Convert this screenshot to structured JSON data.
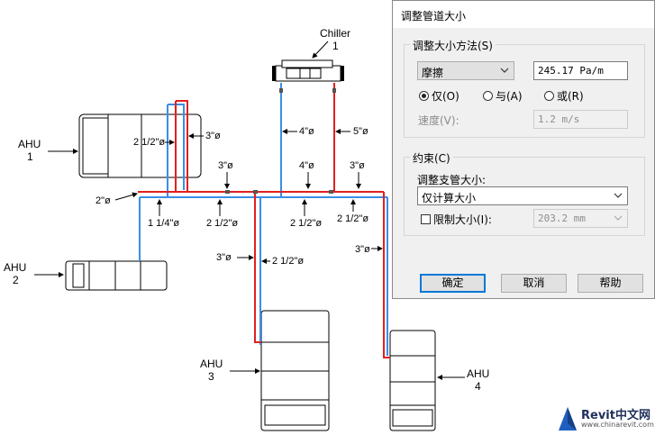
{
  "drawing": {
    "equipment": {
      "chiller": {
        "name": "Chiller",
        "number": "1"
      },
      "ahu1": {
        "name": "AHU",
        "number": "1"
      },
      "ahu2": {
        "name": "AHU",
        "number": "2"
      },
      "ahu3": {
        "name": "AHU",
        "number": "3"
      },
      "ahu4": {
        "name": "AHU",
        "number": "4"
      }
    },
    "pipe_labels": {
      "l_4_chiller": "4\"ø",
      "l_5_chiller": "5\"ø",
      "l_3_ahu1": "3\"ø",
      "l_2half_ahu1": "2 1/2\"ø",
      "l_3_a": "3\"ø",
      "l_4_b": "4\"ø",
      "l_3_c": "3\"ø",
      "l_2_main": "2\"ø",
      "l_1quarter": "1 1/4\"ø",
      "l_2half_a": "2 1/2\"ø",
      "l_2half_b": "2 1/2\"ø",
      "l_2half_c": "2 1/2\"ø",
      "l_3_ahu3": "3\"ø",
      "l_2half_ahu3": "2 1/2\"ø",
      "l_3_ahu4": "3\"ø"
    }
  },
  "dialog": {
    "title": "调整管道大小",
    "sizing_method_group": "调整大小方法(S)",
    "method_value": "摩擦",
    "friction_value": "245.17 Pa/m",
    "radio_only": "仅(O)",
    "radio_and": "与(A)",
    "radio_or": "或(R)",
    "velocity_label": "速度(V):",
    "velocity_value": "1.2 m/s",
    "constraints_group": "约束(C)",
    "branch_size_label": "调整支管大小:",
    "branch_size_value": "仅计算大小",
    "restrict_size_label": "限制大小(I):",
    "restrict_size_value": "203.2 mm",
    "ok_button": "确定",
    "cancel_button": "取消",
    "help_button": "帮助"
  },
  "watermark": {
    "brand": "Revit中文网",
    "url": "www.chinarevit.com"
  },
  "colors": {
    "supply_pipe": "#e02020",
    "return_pipe": "#3a8ee6",
    "accent": "#0078d7"
  }
}
